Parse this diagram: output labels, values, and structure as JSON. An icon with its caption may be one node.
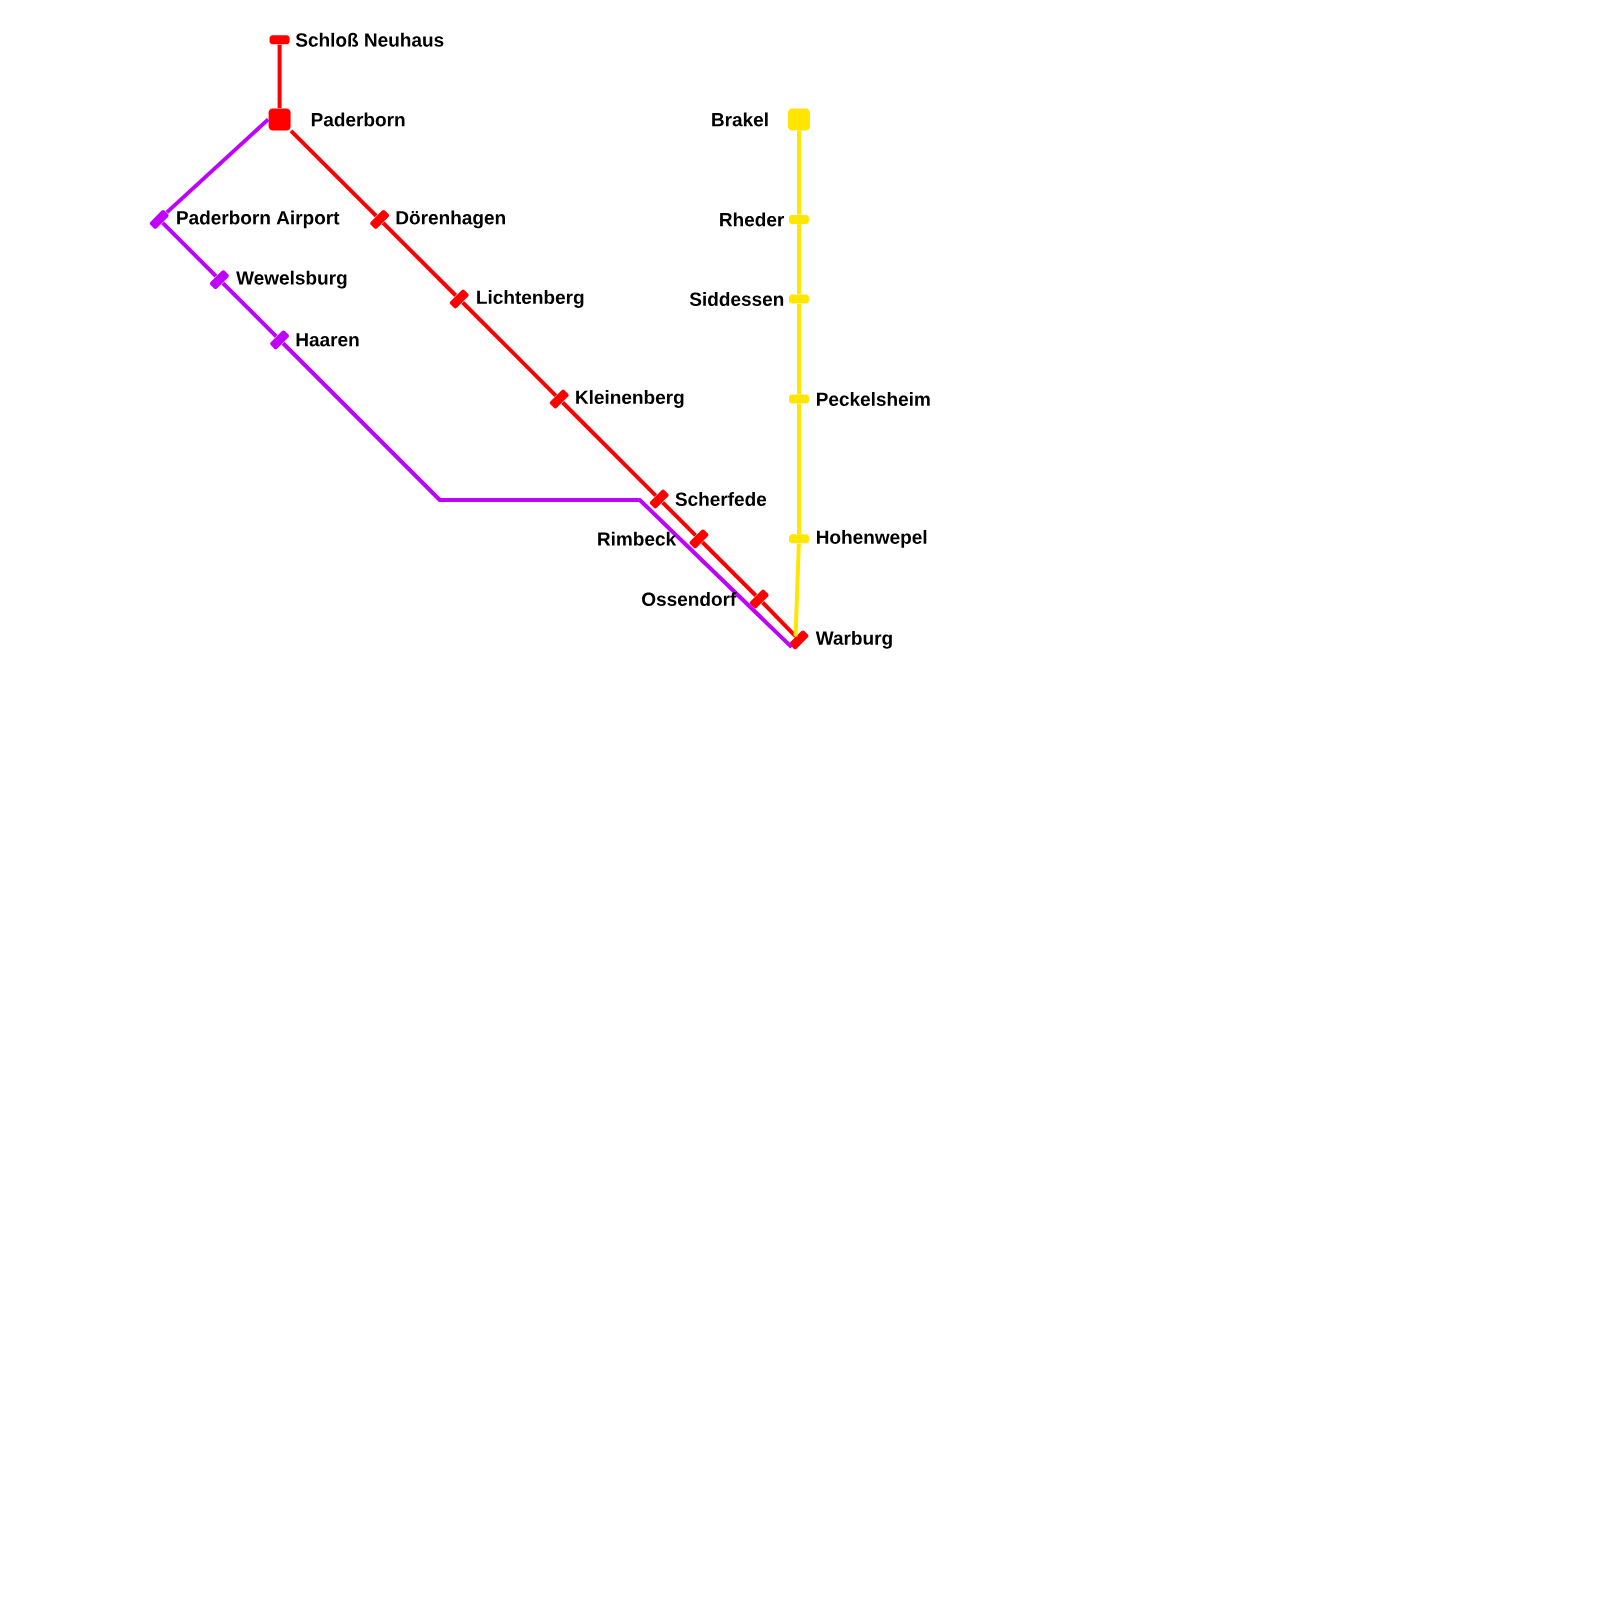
{
  "diagram": {
    "nodes": [
      {
        "text": [
          "Schloß Neuhaus"
        ]
      },
      {
        "text": [
          "Paderborn"
        ]
      },
      {
        "text": [
          "Brakel"
        ]
      },
      {
        "text": [
          "Paderborn Airport"
        ]
      },
      {
        "text": [
          "Dörenhagen"
        ]
      },
      {
        "text": [
          "Rheder"
        ]
      },
      {
        "text": [
          "Wewelsburg"
        ]
      },
      {
        "text": [
          "Lichtenberg"
        ]
      },
      {
        "text": [
          "Siddessen"
        ]
      },
      {
        "text": [
          "Haaren"
        ]
      },
      {
        "text": [
          "Kleinenberg"
        ]
      },
      {
        "text": [
          "Peckelsheim"
        ]
      },
      {
        "text": [
          "Scherfede"
        ]
      },
      {
        "text": [
          "Rimbeck"
        ]
      },
      {
        "text": [
          "Hohenwepel"
        ]
      },
      {
        "text": [
          "Ossendorf"
        ]
      },
      {
        "text": [
          "Warburg"
        ]
      }
    ],
    "edges": [
      {
        "from": 0,
        "to": 1,
        "arrow": "none"
      },
      {
        "from": 1,
        "to": 4,
        "arrow": "none"
      },
      {
        "from": 4,
        "to": 7,
        "arrow": "none"
      },
      {
        "from": 7,
        "to": 10,
        "arrow": "none"
      },
      {
        "from": 10,
        "to": 12,
        "arrow": "none"
      },
      {
        "from": 12,
        "to": 13,
        "arrow": "none"
      },
      {
        "from": 13,
        "to": 15,
        "arrow": "none"
      },
      {
        "from": 15,
        "to": 16,
        "arrow": "none"
      },
      {
        "from": 1,
        "to": 3,
        "arrow": "none",
        "color": "#bf00ff"
      },
      {
        "from": 3,
        "to": 6,
        "arrow": "none",
        "color": "#bf00ff"
      },
      {
        "from": 6,
        "to": 9,
        "arrow": "none",
        "color": "#bf00ff"
      },
      {
        "from": 9,
        "to": 16,
        "arrow": "none",
        "color": "#bf00ff"
      },
      {
        "from": 2,
        "to": 5,
        "arrow": "none",
        "color": "#ffe600"
      },
      {
        "from": 5,
        "to": 8,
        "arrow": "none",
        "color": "#ffe600"
      },
      {
        "from": 8,
        "to": 11,
        "arrow": "none",
        "color": "#ffe600"
      },
      {
        "from": 11,
        "to": 14,
        "arrow": "none",
        "color": "#ffe600"
      },
      {
        "from": 14,
        "to": 16,
        "arrow": "none",
        "color": "#ffe600"
      }
    ]
  }
}
